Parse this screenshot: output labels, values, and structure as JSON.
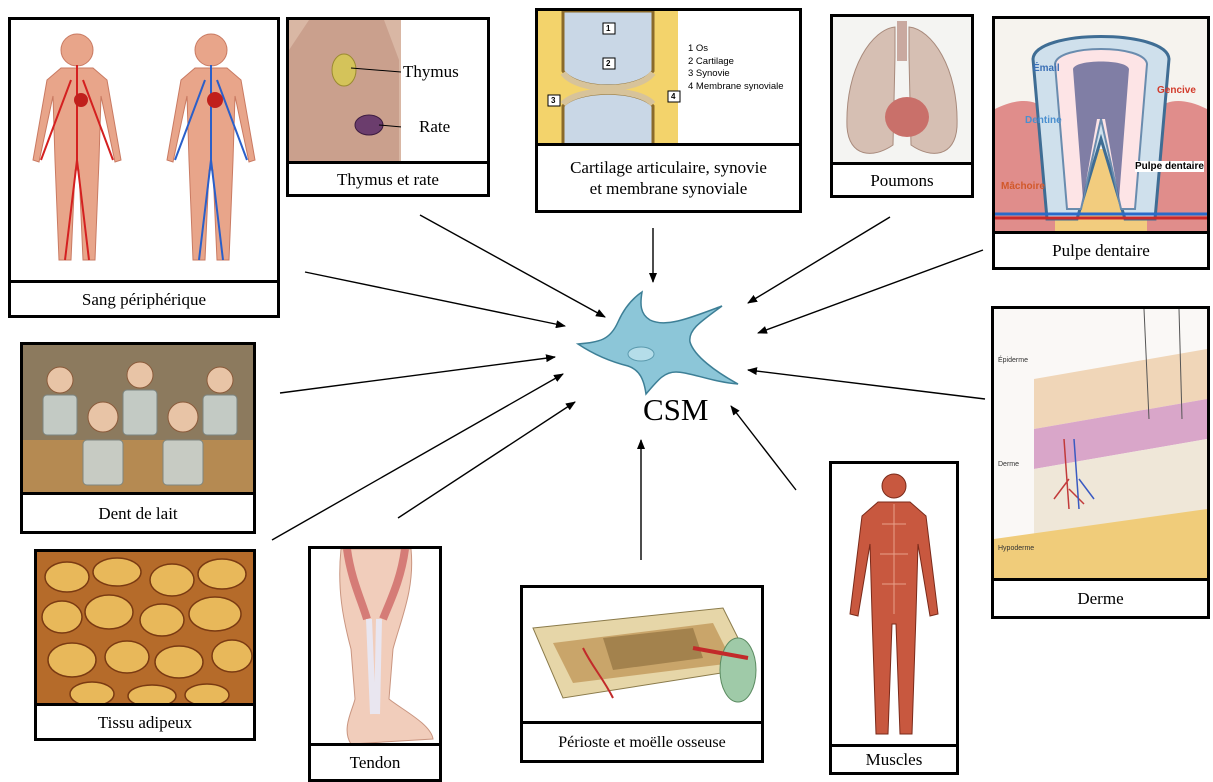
{
  "center": {
    "label": "CSM"
  },
  "panels": {
    "sang": {
      "caption": "Sang périphérique"
    },
    "thymus": {
      "caption": "Thymus et rate",
      "labels": [
        "Thymus",
        "Rate"
      ]
    },
    "cartilage": {
      "caption_line1": "Cartilage articulaire, synovie",
      "caption_line2": "et membrane synoviale",
      "legend": [
        "1 Os",
        "2 Cartilage",
        "3 Synovie",
        "4 Membrane synoviale"
      ],
      "markers": [
        "1",
        "2",
        "3",
        "4"
      ]
    },
    "poumons": {
      "caption": "Poumons"
    },
    "pulpe": {
      "caption": "Pulpe dentaire",
      "labels": [
        "Émail",
        "Gencive",
        "Dentine",
        "Pulpe dentaire",
        "Mâchoire"
      ]
    },
    "dent": {
      "caption": "Dent de lait"
    },
    "derme": {
      "caption": "Derme",
      "labels": [
        "Épiderme",
        "Derme",
        "Hypoderme"
      ]
    },
    "muscles": {
      "caption": "Muscles"
    },
    "perioste": {
      "caption": "Périoste et moëlle osseuse"
    },
    "tendon": {
      "caption": "Tendon"
    },
    "adipeux": {
      "caption": "Tissu adipeux"
    }
  }
}
